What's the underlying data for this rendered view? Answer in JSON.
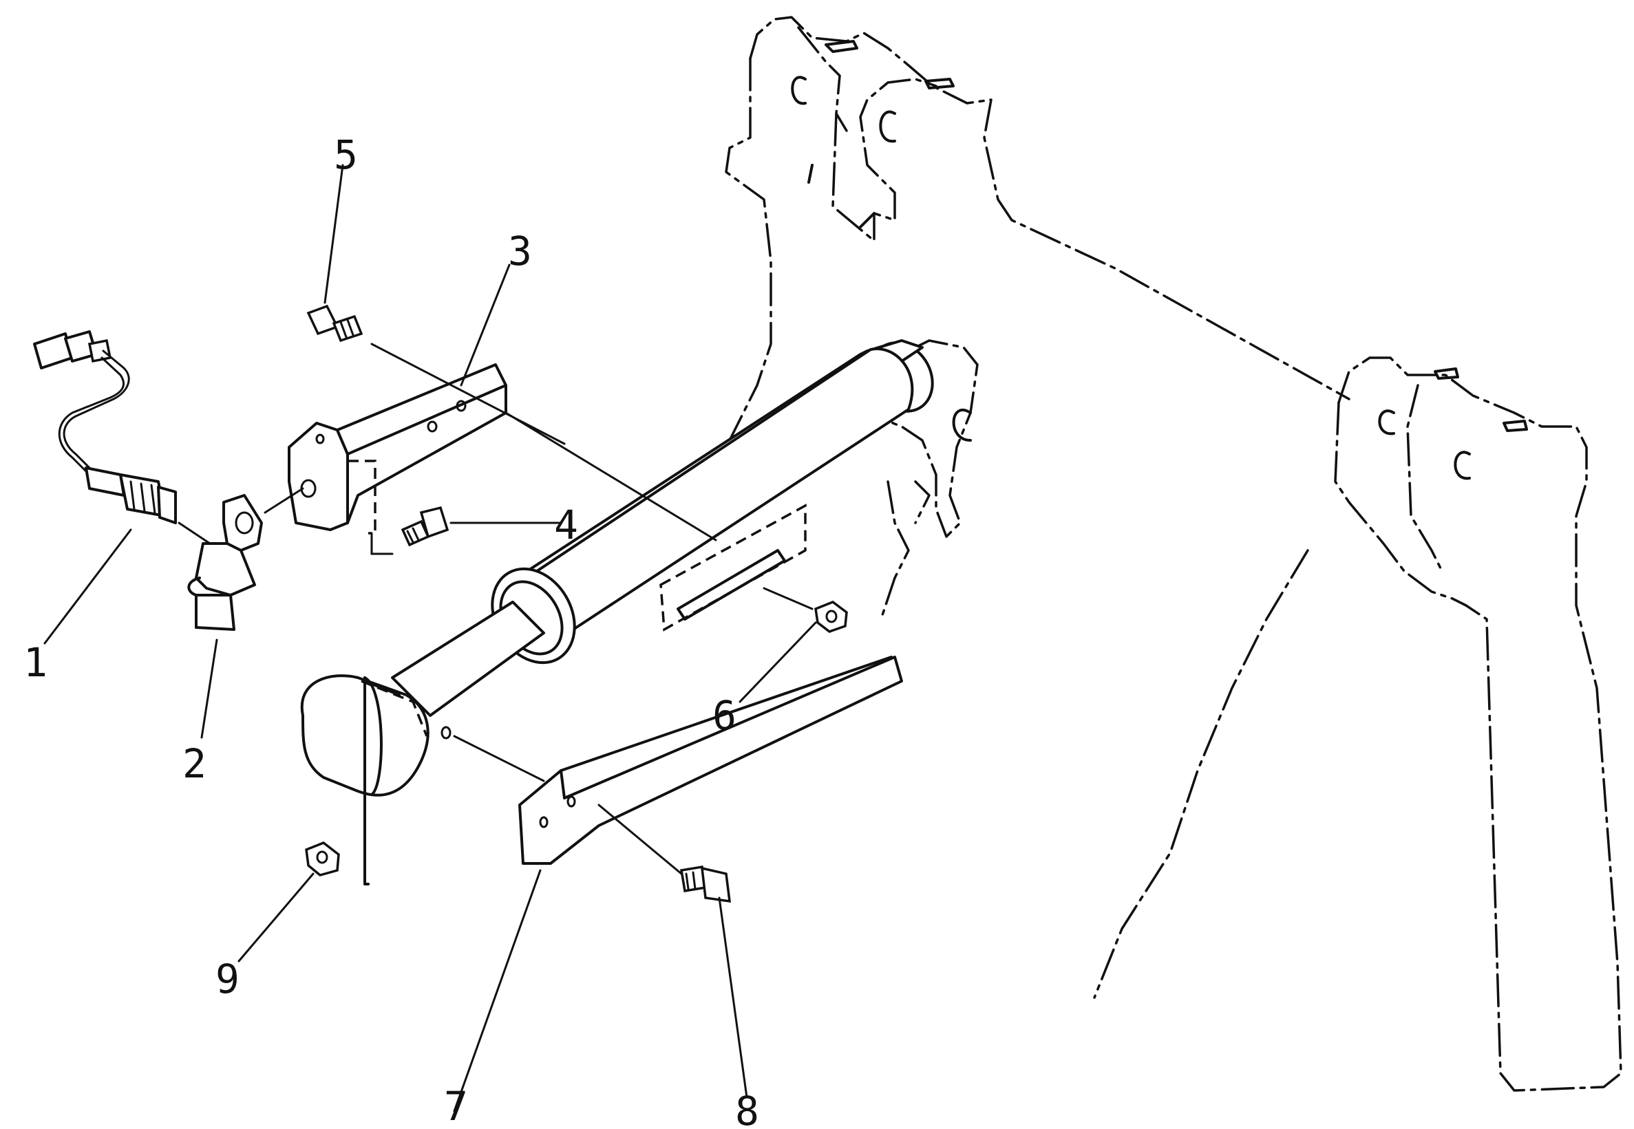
{
  "diagram": {
    "part_labels": [
      "1",
      "2",
      "3",
      "4",
      "5",
      "6",
      "7",
      "8",
      "9"
    ]
  }
}
